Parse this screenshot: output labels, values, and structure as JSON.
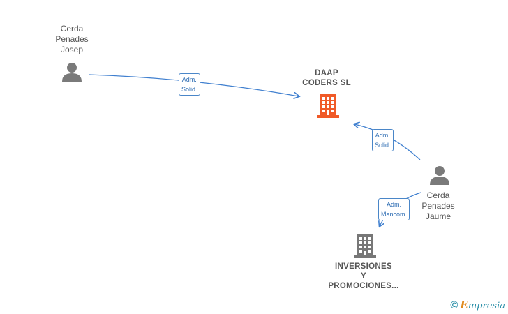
{
  "nodes": {
    "person_josep": {
      "lines": [
        "Cerda",
        "Penades",
        "Josep"
      ],
      "icon": "person-icon"
    },
    "company_daap": {
      "lines": [
        "DAAP",
        "CODERS  SL"
      ],
      "icon": "building-icon",
      "color": "#f05a28"
    },
    "person_jaume": {
      "lines": [
        "Cerda",
        "Penades",
        "Jaume"
      ],
      "icon": "person-icon"
    },
    "company_inversiones": {
      "lines": [
        "INVERSIONES",
        "Y",
        "PROMOCIONES..."
      ],
      "icon": "building-icon",
      "color": "#777777"
    }
  },
  "edges": {
    "josep_to_daap": {
      "lines": [
        "Adm.",
        "Solid."
      ]
    },
    "jaume_to_daap": {
      "lines": [
        "Adm.",
        "Solid."
      ]
    },
    "jaume_to_inversiones": {
      "lines": [
        "Adm.",
        "Mancom."
      ]
    }
  },
  "colors": {
    "edge": "#3f7fcf",
    "person": "#7a7a7a"
  },
  "footer": {
    "copyright": "©",
    "brand_initial": "E",
    "brand_rest": "mpresia"
  }
}
